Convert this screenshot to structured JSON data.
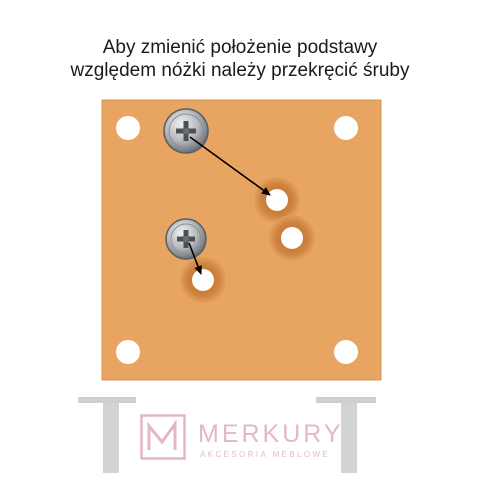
{
  "caption": {
    "line1": "Aby zmienić położenie podstawy",
    "line2": "względem nóżki należy przekręcić śruby"
  },
  "watermark": {
    "brand": "MERKURY",
    "tagline": "AKCESORIA MEBLOWE"
  },
  "colors": {
    "plate": "#e7a561",
    "plate_edge": "#d08a45",
    "hole": "#ffffff",
    "recess": "#c97a35",
    "arrow": "#000000",
    "watermark": "#b3364f",
    "leg": "#c9c9c9"
  },
  "icons": [
    "screw-icon",
    "arrow-icon",
    "merkury-logo-icon"
  ]
}
